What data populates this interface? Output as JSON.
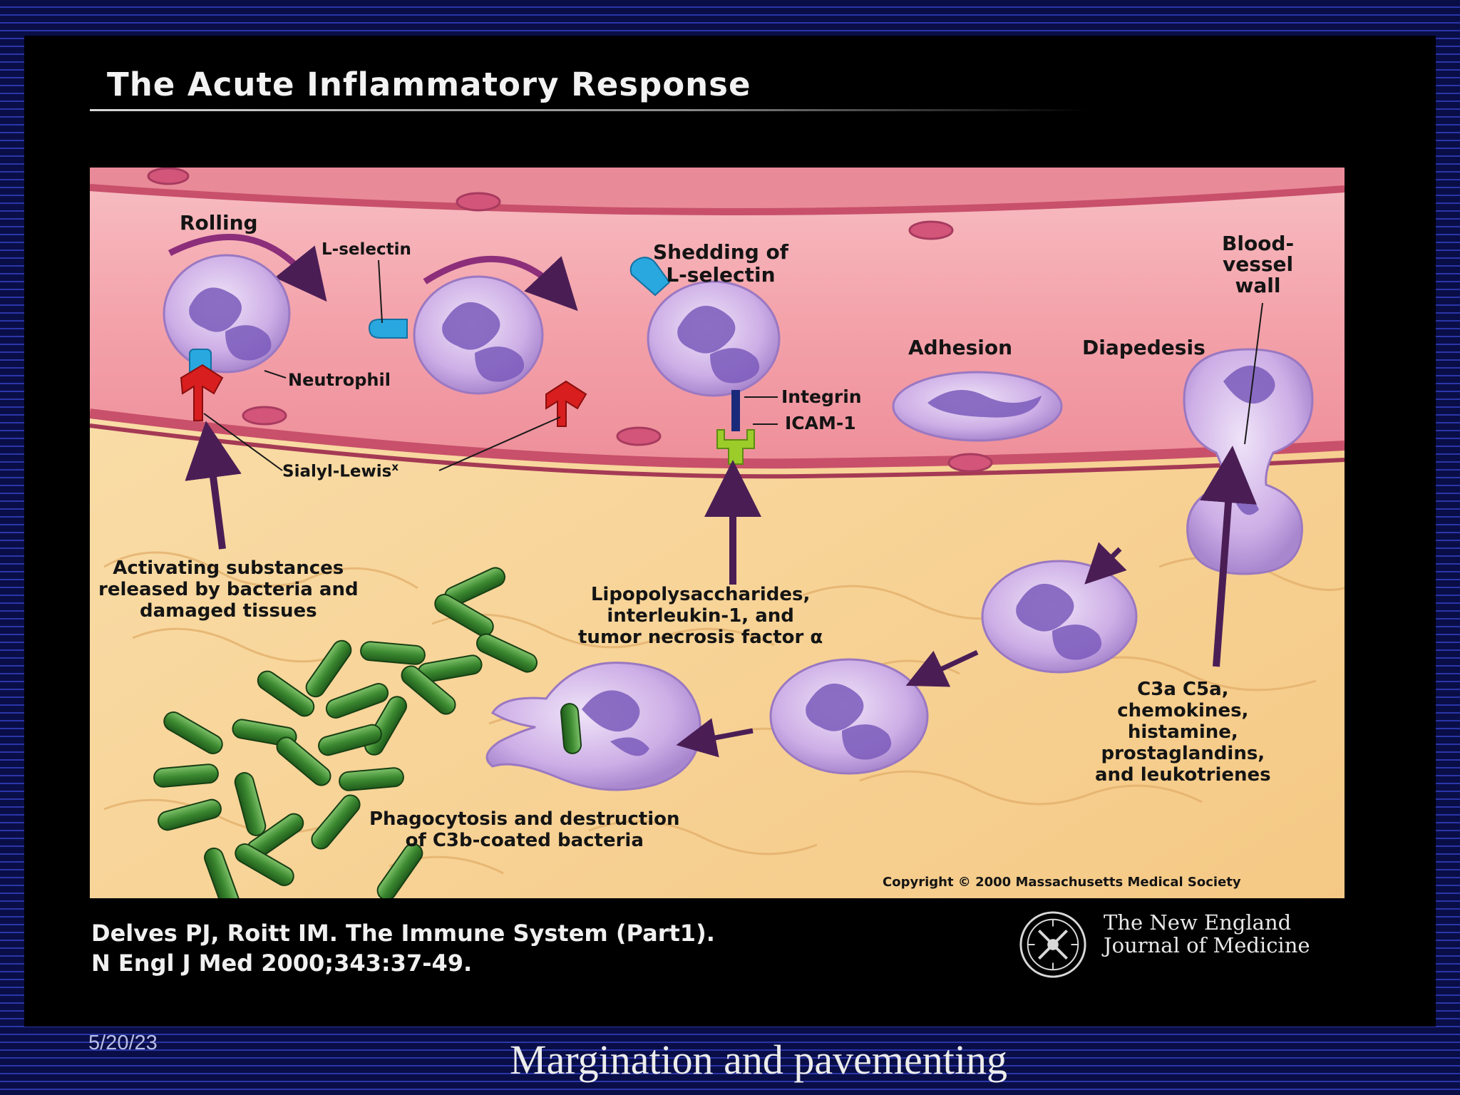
{
  "slide": {
    "title": "The Acute Inflammatory Response",
    "date": "5/20/23",
    "caption": "Margination and pavementing"
  },
  "figure": {
    "labels": {
      "rolling": "Rolling",
      "l_selectin": "L-selectin",
      "neutrophil": "Neutrophil",
      "sialyl_lewis": "Sialyl-Lewis",
      "sialyl_lewis_sup": "x",
      "shedding_line1": "Shedding of",
      "shedding_line2": "L-selectin",
      "integrin": "Integrin",
      "icam": "ICAM-1",
      "adhesion": "Adhesion",
      "diapedesis": "Diapedesis",
      "vessel_wall_line1": "Blood-",
      "vessel_wall_line2": "vessel",
      "vessel_wall_line3": "wall",
      "activating_line1": "Activating substances",
      "activating_line2": "released by bacteria and",
      "activating_line3": "damaged tissues",
      "lps_line1": "Lipopolysaccharides,",
      "lps_line2": "interleukin-1, and",
      "lps_line3": "tumor necrosis factor α",
      "mediators_line1": "C3a  C5a,",
      "mediators_line2": "chemokines,",
      "mediators_line3": "histamine,",
      "mediators_line4": "prostaglandins,",
      "mediators_line5": "and leukotrienes",
      "phago_line1": "Phagocytosis and destruction",
      "phago_line2": "of C3b-coated bacteria",
      "copyright": "Copyright © 2000 Massachusetts Medical Society"
    }
  },
  "citation": {
    "line1": "Delves PJ, Roitt IM. The Immune System (Part1).",
    "line2": "N Engl J Med 2000;343:37-49."
  },
  "journal": {
    "line1": "The New England",
    "line2": "Journal of Medicine"
  },
  "colors": {
    "slide_background": "#0b0f4a",
    "panel": "#000000",
    "vessel_lumen": "#f3a7ad",
    "vessel_wall": "#c8506a",
    "tissue": "#f7d49a",
    "neutrophil": "#d4b6ea",
    "nucleus": "#7a5bbb",
    "bacteria": "#3f8a35",
    "l_selectin": "#29a8e0",
    "sialyl_lewis": "#d81e1e",
    "integrin": "#1a2a7a",
    "icam": "#9ccc2a"
  }
}
